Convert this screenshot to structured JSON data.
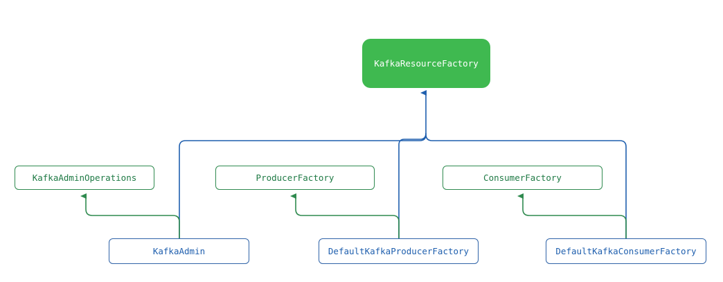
{
  "colors": {
    "root_fill": "#3fb950",
    "interface_stroke": "#2f8a4f",
    "interface_text": "#1f7a45",
    "impl_stroke": "#2f63a8",
    "impl_text": "#1f5fae",
    "connector": "#1f5fae",
    "interface_arrow": "#2f8a4f"
  },
  "nodes": {
    "root": {
      "label": "KafkaResourceFactory"
    },
    "interfaces": [
      {
        "label": "KafkaAdminOperations"
      },
      {
        "label": "ProducerFactory"
      },
      {
        "label": "ConsumerFactory"
      }
    ],
    "implementations": [
      {
        "label": "KafkaAdmin"
      },
      {
        "label": "DefaultKafkaProducerFactory"
      },
      {
        "label": "DefaultKafkaConsumerFactory"
      }
    ]
  }
}
